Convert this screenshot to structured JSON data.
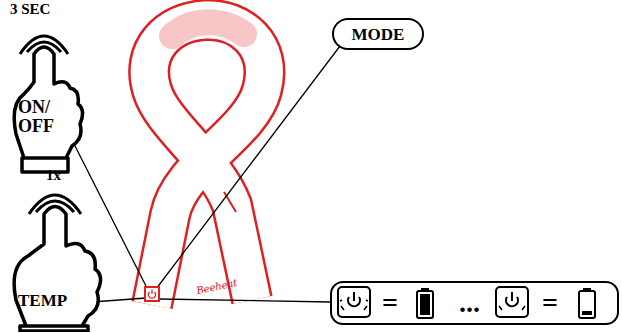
{
  "diagram": {
    "nodes": [
      {
        "text": [
          "3 SEC",
          "ON/ OFF"
        ]
      },
      {
        "text": [
          "MODE"
        ]
      },
      {
        "text": [
          "1x",
          "TEMP"
        ]
      },
      {
        "text": [
          "=",
          "...",
          "="
        ]
      }
    ],
    "labels": [
      "Beeheat"
    ]
  }
}
